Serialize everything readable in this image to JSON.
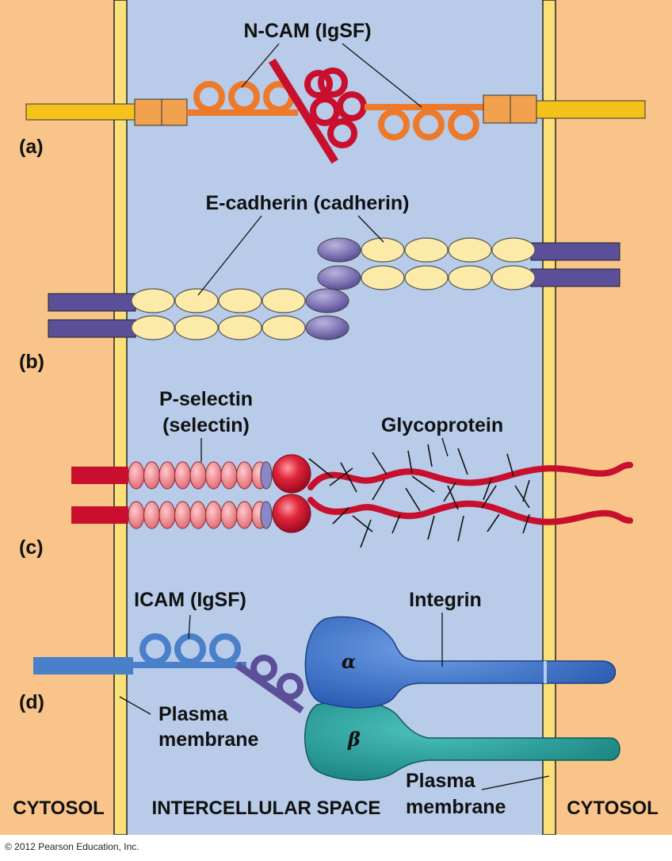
{
  "panels": {
    "a": {
      "letter": "(a)",
      "label": "N-CAM (IgSF)"
    },
    "b": {
      "letter": "(b)",
      "label": "E-cadherin (cadherin)"
    },
    "c": {
      "letter": "(c)",
      "label_line1": "P-selectin",
      "label_line2": "(selectin)",
      "glyco_label": "Glycoprotein"
    },
    "d": {
      "letter": "(d)",
      "icam_label": "ICAM (IgSF)",
      "integrin_label": "Integrin",
      "alpha": "α",
      "beta": "β",
      "pm_left_line1": "Plasma",
      "pm_left_line2": "membrane",
      "pm_right_line1": "Plasma",
      "pm_right_line2": "membrane"
    }
  },
  "regions": {
    "left": "CYTOSOL",
    "middle": "INTERCELLULAR SPACE",
    "right": "CYTOSOL"
  },
  "copyright": "© 2012 Pearson Education, Inc.",
  "colors": {
    "cytosol": "#f8c48a",
    "intercellular": "#b8cbe8",
    "membrane": "#fbe07a",
    "ncam_orange": "#ec7a2a",
    "ncam_red": "#c8102e",
    "cadherin_yellow": "#fbeaa8",
    "cadherin_purple": "#5b4f99",
    "selectin_pink": "#ef7f86",
    "selectin_red": "#c8102e",
    "icam_blue": "#4a7fc9",
    "integrin_alpha": "#3a6fc4",
    "integrin_beta": "#249a96"
  }
}
